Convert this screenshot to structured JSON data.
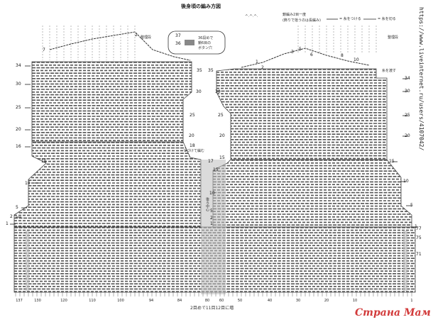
{
  "title": "後身頃の編み方図",
  "legend": {
    "chain_note_1": "鎖編み2目一度",
    "chain_note_2": "(飾りで拾うのは長編み)",
    "join": "= 糸をつける",
    "cut": "= 糸を切る"
  },
  "labels": {
    "seiri_left": "整理段",
    "seiri_right": "整理段",
    "buttonhole_line1": "36段めで",
    "buttonhole_line2": "鎖6目の",
    "buttonhole_line3": "ボタン穴",
    "tsuzukete": "つづけて編む",
    "ito_watasu": "糸を渡す",
    "center_back": "後ろ中心",
    "footer": "2目めで11目12目に増"
  },
  "row_numbers": {
    "left_outer": [
      "34",
      "30",
      "25",
      "20",
      "16",
      "15",
      "10",
      "5",
      "2",
      "1"
    ],
    "left_panel_right": [
      "35",
      "30",
      "25",
      "20",
      "18",
      "17",
      "15"
    ],
    "bh_rows": [
      "37",
      "36"
    ],
    "right_panel_left": [
      "35",
      "30",
      "25",
      "20",
      "15",
      "10",
      "5",
      "2",
      "1"
    ],
    "right_outer": [
      "34",
      "30",
      "25",
      "20",
      "15",
      "10",
      "5",
      "1",
      "77",
      "75",
      "71"
    ],
    "top_right": [
      "1",
      "5",
      "3",
      "2",
      "6",
      "10",
      "8"
    ],
    "top_left": [
      "7",
      "2"
    ]
  },
  "bottom_scale": [
    "137",
    "130",
    "120",
    "110",
    "100",
    "94",
    "84",
    "80",
    "60",
    "50",
    "40",
    "30",
    "20",
    "10",
    "1"
  ],
  "watermark": "https://www.liveinternet.ru/users/4107042/",
  "brand": "Страна Мам",
  "colors": {
    "grid": "#555555",
    "shade": "#bdbdbd",
    "brand": "#d23a3a"
  }
}
